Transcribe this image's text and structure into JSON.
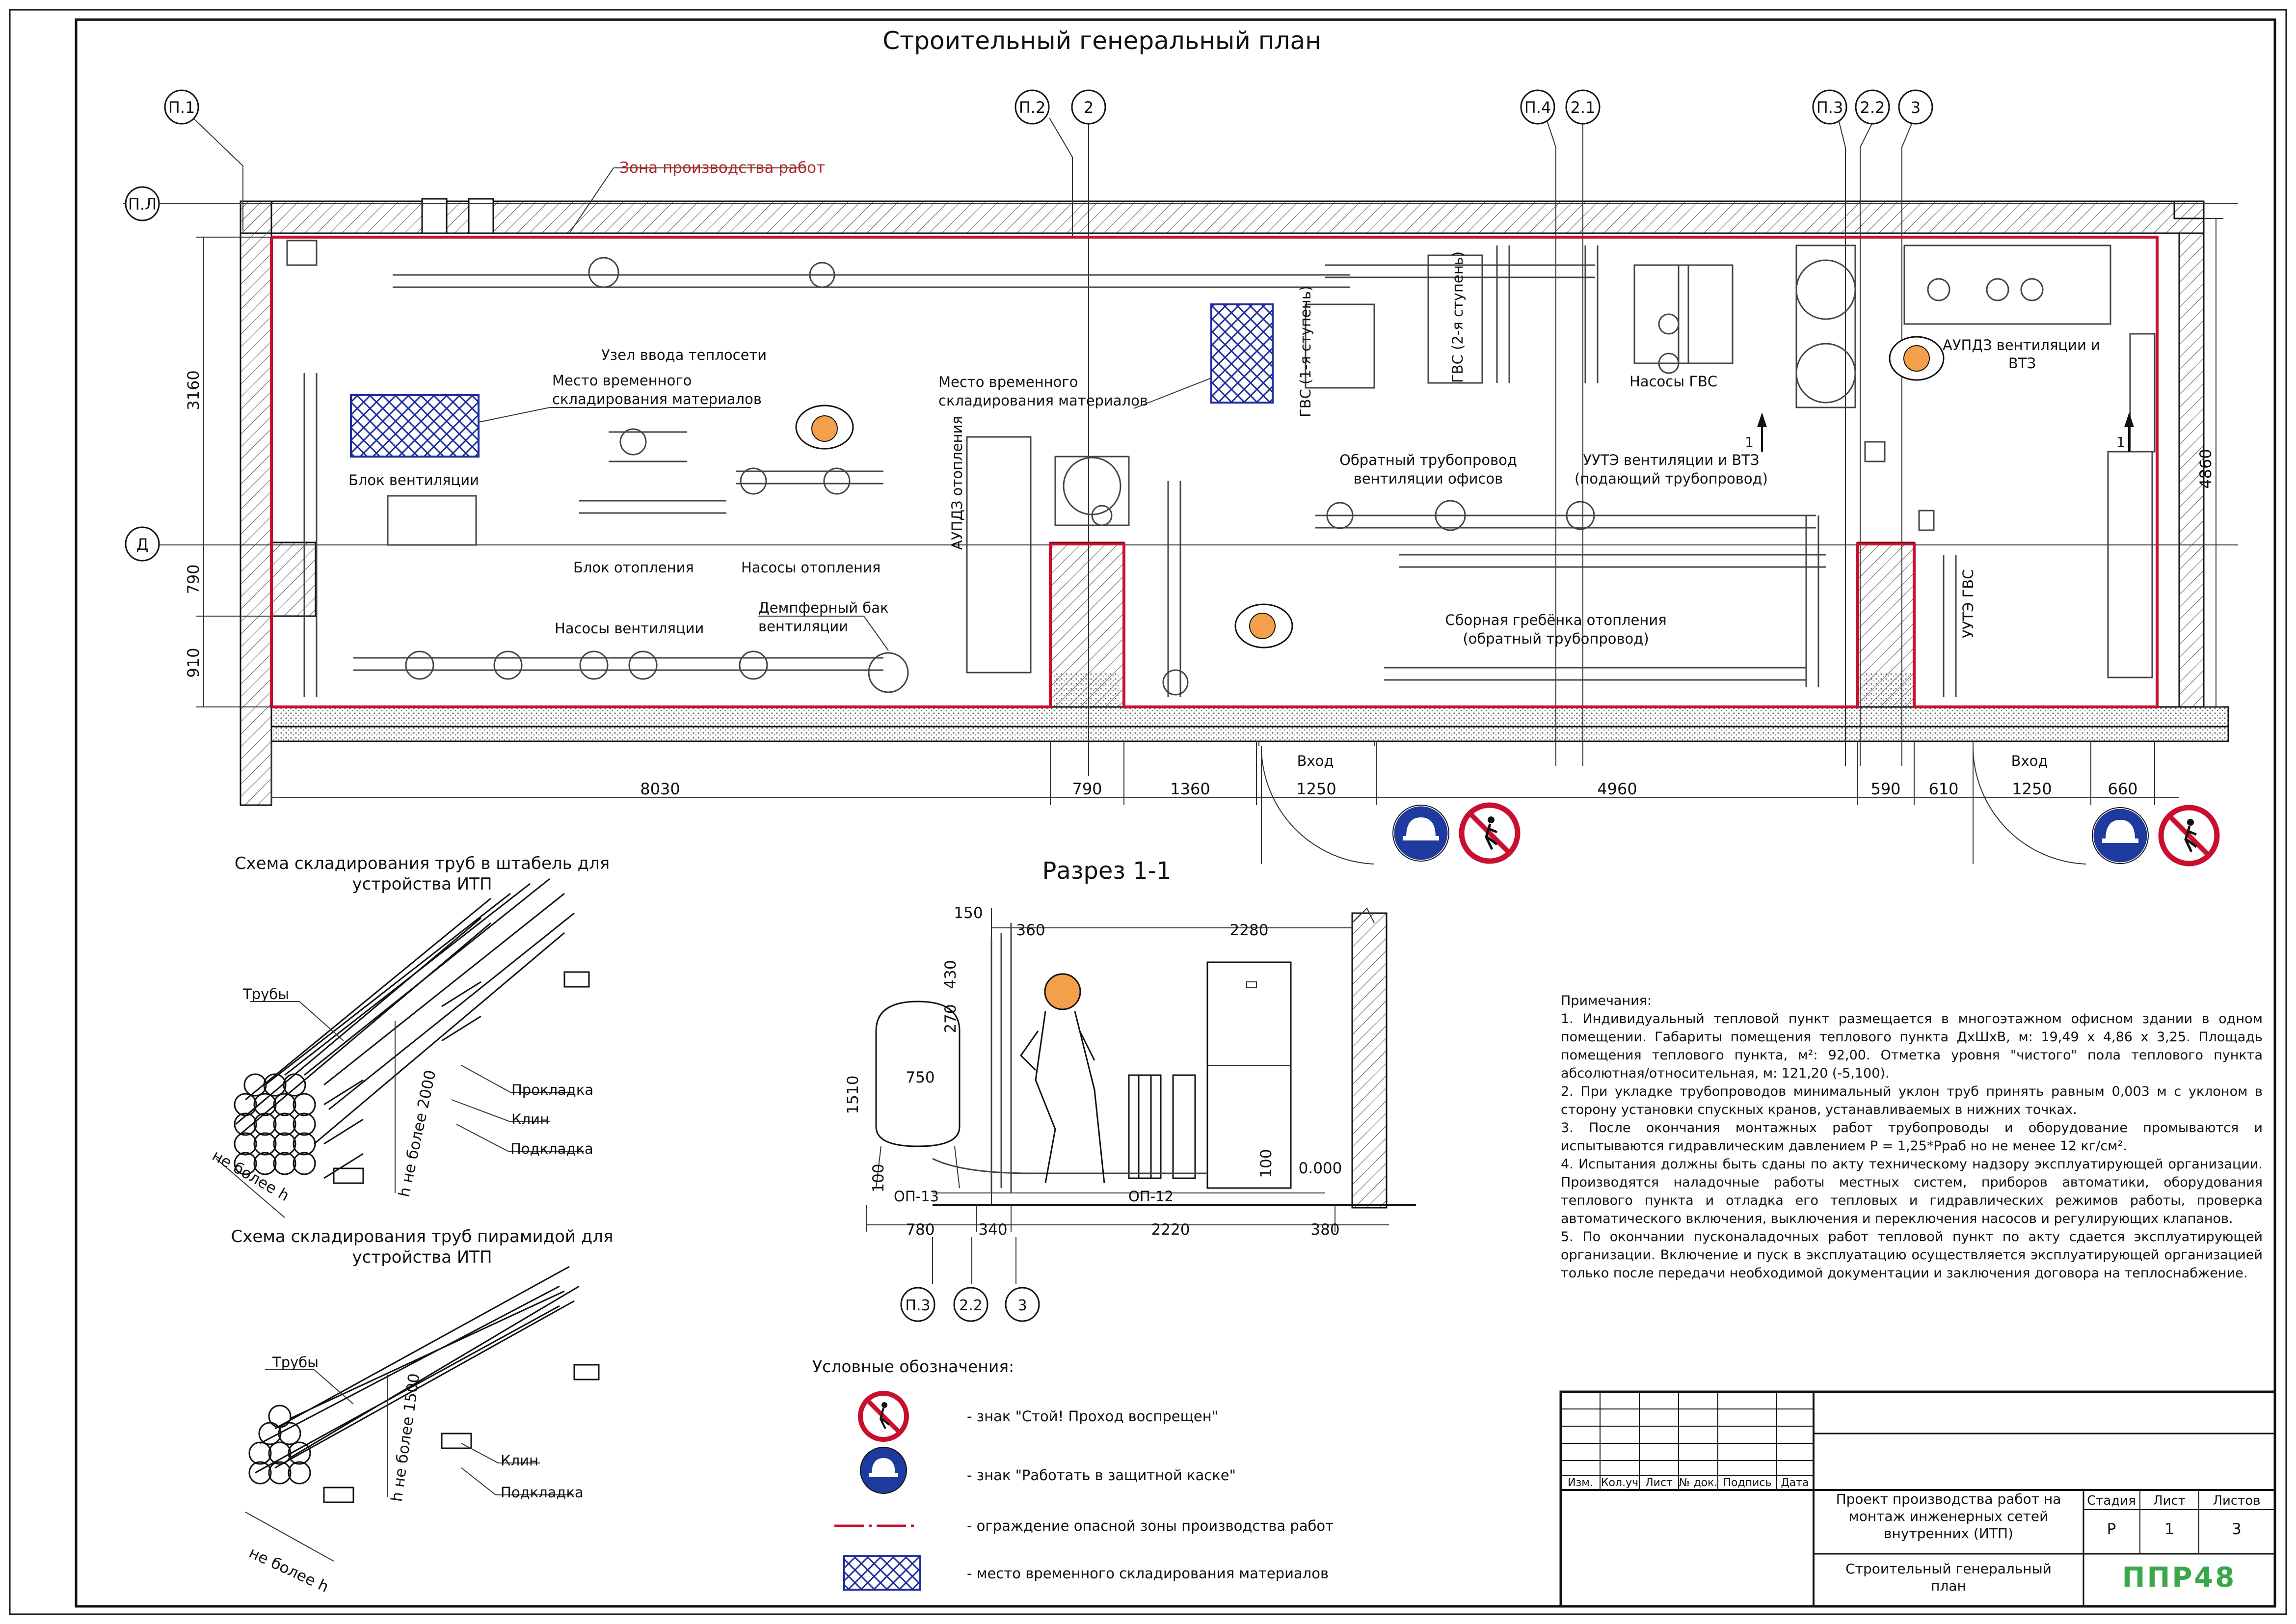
{
  "plan": {
    "title": "Строительный генеральный план",
    "zone_label": "Зона производства работ",
    "axes": [
      "П.1",
      "П.2",
      "2",
      "П.4",
      "2.1",
      "П.3",
      "2.2",
      "3",
      "П.Л",
      "Д"
    ],
    "labels": {
      "heat_input": "Узел ввода теплосети",
      "storage1_l1": "Место временного",
      "storage1_l2": "складирования материалов",
      "storage2_l1": "Место временного",
      "storage2_l2": "складирования материалов",
      "vent_block": "Блок вентиляции",
      "heat_block": "Блок отопления",
      "heat_pumps": "Насосы отопления",
      "vent_pumps": "Насосы вентиляции",
      "damper_l1": "Демпферный бак",
      "damper_l2": "вентиляции",
      "aupd_heat": "АУПДЗ отопления",
      "gvs1": "ГВС (1-я ступень)",
      "gvs2": "ГВС (2-я ступень)",
      "gvs_pumps": "Насосы ГВС",
      "aupdz_vent_l1": "АУПДЗ вентиляции и",
      "aupdz_vent_l2": "ВТЗ",
      "return_l1": "Обратный трубопровод",
      "return_l2": "вентиляции офисов",
      "uute_l1": "УУТЭ вентиляции и ВТЗ",
      "uute_l2": "(подающий трубопровод)",
      "manifold_l1": "Сборная гребёнка отопления",
      "manifold_l2": "(обратный трубопровод)",
      "uute_gvs": "УУТЭ ГВС",
      "entry": "Вход",
      "section_mark": "1"
    },
    "dims_bottom": [
      "8030",
      "790",
      "1360",
      "1250",
      "4960",
      "590",
      "610",
      "1250",
      "660"
    ],
    "dims_left": [
      "3160",
      "790",
      "910"
    ],
    "dims_right": [
      "4860"
    ]
  },
  "section": {
    "title": "Разрез 1-1",
    "dims": [
      "150",
      "360",
      "2280",
      "430",
      "270",
      "750",
      "1510",
      "100",
      "100",
      "0.000",
      "780",
      "340",
      "2220",
      "380"
    ],
    "op13": "ОП-13",
    "op12": "ОП-12",
    "axes": [
      "П.3",
      "2.2",
      "3"
    ]
  },
  "stack1": {
    "title_l1": "Схема складирования труб в штабель для",
    "title_l2": "устройства ИТП",
    "pipes": "Трубы",
    "spacer": "Прокладка",
    "wedge": "Клин",
    "pad": "Подкладка",
    "height": "h не более 2000",
    "width": "не более h"
  },
  "stack2": {
    "title_l1": "Схема складирования труб пирамидой для",
    "title_l2": "устройства ИТП",
    "pipes": "Трубы",
    "wedge": "Клин",
    "pad": "Подкладка",
    "height": "h не более 1500",
    "width": "не более h"
  },
  "legend": {
    "title": "Условные обозначения:",
    "items": [
      "- знак \"Стой! Проход воспрещен\"",
      "- знак \"Работать в защитной каске\"",
      "- ограждение опасной зоны производства работ",
      "- место временного складирования материалов"
    ]
  },
  "notes": {
    "title": "Примечания:",
    "n1": "1.   Индивидуальный тепловой пункт размещается в многоэтажном офисном здании в одном помещении. Габариты помещения теплового пункта ДхШхВ, м: 19,49 х 4,86 х 3,25. Площадь помещения теплового пункта, м²: 92,00. Отметка уровня \"чистого\" пола теплового пункта абсолютная/относительная, м: 121,20 (-5,100).",
    "n2": "2. При укладке трубопроводов минимальный уклон труб принять равным 0,003 м с уклоном в сторону установки спускных кранов, устанавливаемых в нижних точках.",
    "n3": "3. После окончания монтажных работ трубопроводы и оборудование промываются и испытываются гидравлическим давлением P = 1,25*Pраб но не менее 12 кг/см².",
    "n4": "4. Испытания должны быть сданы по акту техническому надзору эксплуатирующей организации. Производятся наладочные работы местных систем, приборов автоматики, оборудования теплового пункта и отладка его тепловых и гидравлических режимов  работы, проверка автоматического включения, выключения и переключения насосов и регулирующих клапанов.",
    "n5": "5. По окончании пусконаладочных работ тепловой пункт по акту сдается эксплуатирующей организации. Включение и пуск в эксплуатацию осуществляется эксплуатирующей организацией только после передачи необходимой документации и заключения договора на теплоснабжение."
  },
  "stamp": {
    "cols": [
      "Изм.",
      "Кол.уч",
      "Лист",
      "№ док.",
      "Подпись",
      "Дата"
    ],
    "project_l1": "Проект производства работ на",
    "project_l2": "монтаж инженерных сетей",
    "project_l3": "внутренних (ИТП)",
    "sheet_l1": "Строительный генеральный",
    "sheet_l2": "план",
    "stage_h": "Стадия",
    "sheet_h": "Лист",
    "sheets_h": "Листов",
    "stage": "Р",
    "sheet": "1",
    "sheets": "3",
    "logo": "ППР48"
  },
  "colors": {
    "zone": "#c8102e",
    "storage": "#1c2c9c",
    "logo": "#3aa84a"
  }
}
